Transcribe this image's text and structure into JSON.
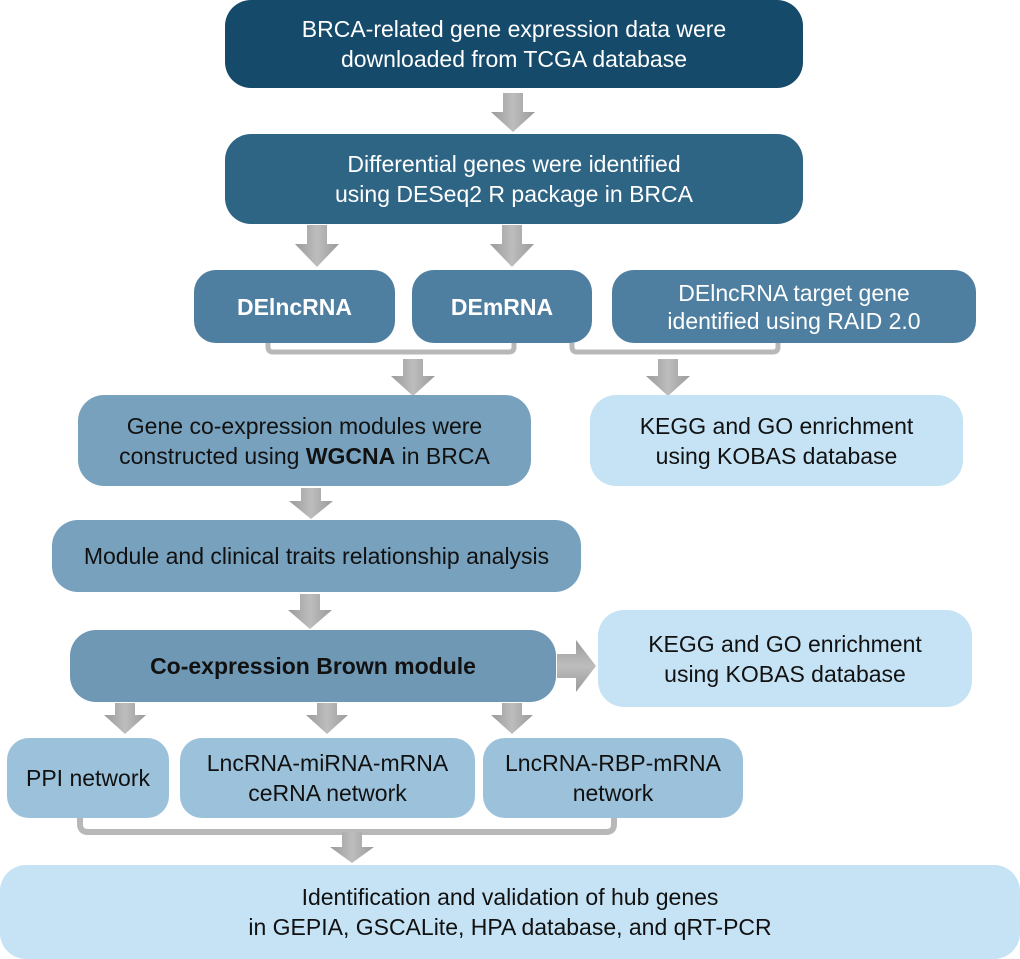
{
  "diagram": {
    "steps": {
      "download": {
        "lines": [
          "BRCA-related gene expression data were",
          "downloaded from TCGA database"
        ]
      },
      "differential": {
        "lines": [
          "Differential genes were identified",
          "using DESeq2 R package in BRCA"
        ]
      },
      "delncrna": {
        "label": "DElncRNA"
      },
      "demrna": {
        "label": "DEmRNA"
      },
      "raid": {
        "lines": [
          "DElncRNA target gene",
          "identified using RAID 2.0"
        ]
      },
      "wgcna": {
        "line1": "Gene co-expression modules were",
        "line2_prefix": "constructed using ",
        "line2_bold": "WGCNA",
        "line2_suffix": " in BRCA"
      },
      "kegg_go_1": {
        "lines": [
          "KEGG and GO enrichment",
          "using KOBAS database"
        ]
      },
      "module_clinical": {
        "label": "Module and clinical traits relationship analysis"
      },
      "brown_module": {
        "label": "Co-expression Brown module"
      },
      "kegg_go_2": {
        "lines": [
          "KEGG and GO enrichment",
          "using KOBAS database"
        ]
      },
      "ppi": {
        "label": "PPI network"
      },
      "cerna": {
        "lines": [
          "LncRNA-miRNA-mRNA",
          "ceRNA network"
        ]
      },
      "rbp": {
        "lines": [
          "LncRNA-RBP-mRNA",
          "network"
        ]
      },
      "hub_genes": {
        "lines": [
          "Identification and validation of hub genes",
          "in GEPIA, GSCALite, HPA database, and qRT-PCR"
        ]
      }
    },
    "colors": {
      "level1": "#154a6a",
      "level2": "#2f6584",
      "level3": "#4f7fa0",
      "level4": "#77a1bd",
      "level5": "#9cc2db",
      "level6": "#c5e3f5",
      "arrow": "#a6a6a6",
      "bracket": "#b8b8b8"
    }
  }
}
